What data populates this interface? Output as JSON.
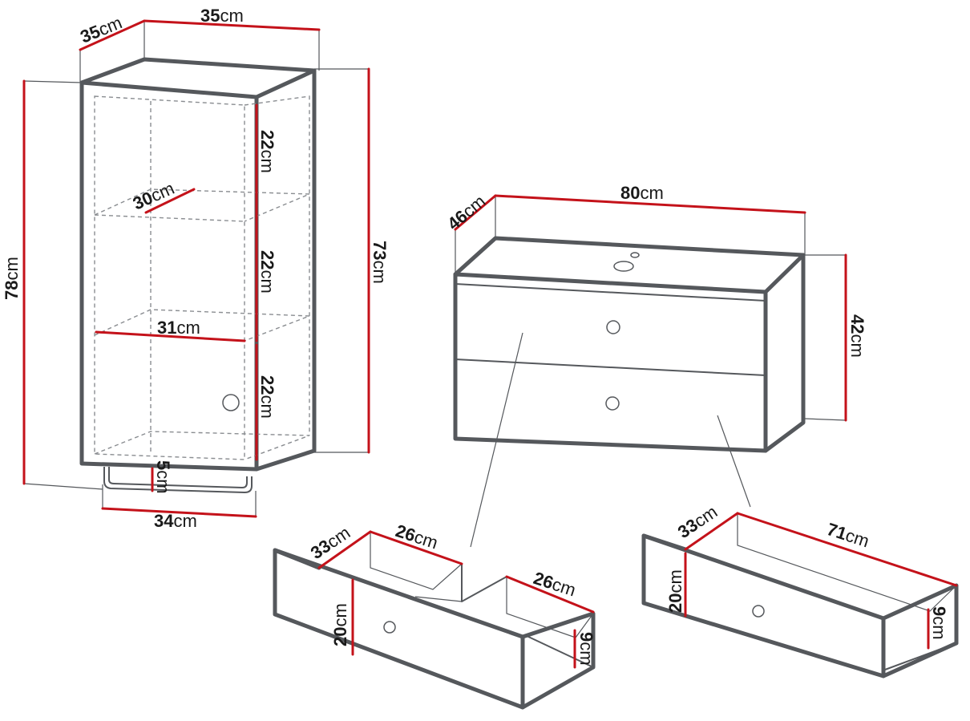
{
  "colors": {
    "outline": "#55585c",
    "dimension_line": "#c4121a",
    "background": "#ffffff"
  },
  "unit": "cm",
  "cabinet": {
    "depth": {
      "value": "35",
      "unit": "cm"
    },
    "width": {
      "value": "35",
      "unit": "cm"
    },
    "height_total": {
      "value": "78",
      "unit": "cm"
    },
    "height_body": {
      "value": "73",
      "unit": "cm"
    },
    "shelf_gap_top": {
      "value": "22",
      "unit": "cm"
    },
    "shelf_gap_middle": {
      "value": "22",
      "unit": "cm"
    },
    "shelf_gap_bottom": {
      "value": "22",
      "unit": "cm"
    },
    "shelf_depth": {
      "value": "30",
      "unit": "cm"
    },
    "inner_width": {
      "value": "31",
      "unit": "cm"
    },
    "leg_height": {
      "value": "5",
      "unit": "cm"
    },
    "base_width": {
      "value": "34",
      "unit": "cm"
    }
  },
  "vanity": {
    "depth": {
      "value": "46",
      "unit": "cm"
    },
    "width": {
      "value": "80",
      "unit": "cm"
    },
    "height": {
      "value": "42",
      "unit": "cm"
    }
  },
  "drawer_top": {
    "depth": {
      "value": "33",
      "unit": "cm"
    },
    "left_compartment_width": {
      "value": "26",
      "unit": "cm"
    },
    "right_compartment_width": {
      "value": "26",
      "unit": "cm"
    },
    "front_height": {
      "value": "20",
      "unit": "cm"
    },
    "side_height": {
      "value": "9",
      "unit": "cm"
    }
  },
  "drawer_bottom": {
    "depth": {
      "value": "33",
      "unit": "cm"
    },
    "width": {
      "value": "71",
      "unit": "cm"
    },
    "front_height": {
      "value": "20",
      "unit": "cm"
    },
    "side_height": {
      "value": "9",
      "unit": "cm"
    }
  }
}
